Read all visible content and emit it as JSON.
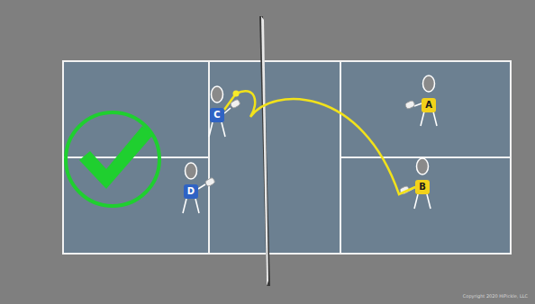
{
  "diagram": {
    "nodes": [
      {
        "text": [
          "C"
        ]
      },
      {
        "text": [
          "A"
        ]
      },
      {
        "text": [
          "D"
        ]
      },
      {
        "text": [
          "B"
        ]
      }
    ],
    "edges": [
      {
        "from": 0,
        "to": 3,
        "arrow": "none"
      }
    ],
    "labels": [
      "Copyright 2020 HiPickle, LLC"
    ]
  }
}
